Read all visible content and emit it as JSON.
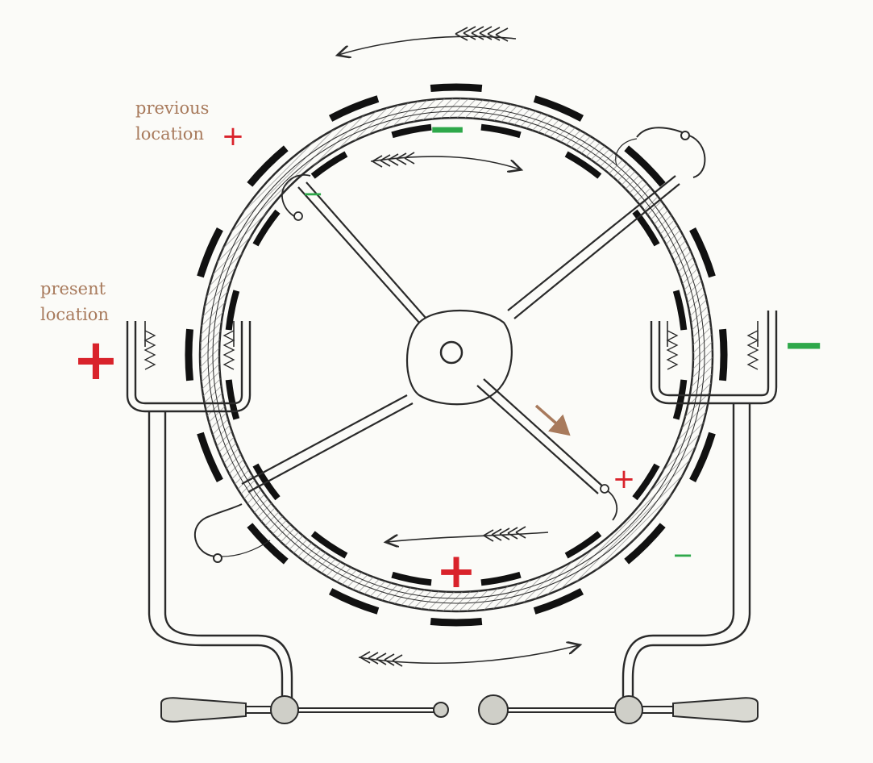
{
  "labels": {
    "previous_line1": "previous",
    "previous_line2": "location",
    "present_line1": "present",
    "present_line2": "location"
  },
  "signs": {
    "plus": "+",
    "minus": "−"
  },
  "colors": {
    "positive": "#d9232b",
    "negative": "#2ea84a",
    "annotation": "#a87a5c",
    "ink": "#2a2a2a",
    "hatch": "#8a8a8a",
    "sector": "#111111",
    "background": "#fbfbf8"
  },
  "diagram": {
    "outer_sector_count": 16,
    "inner_sector_count": 16,
    "rotation_arrows": 4,
    "comb_collectors": 2,
    "neutralizing_brushes": 2,
    "discharge_spheres": 2
  }
}
